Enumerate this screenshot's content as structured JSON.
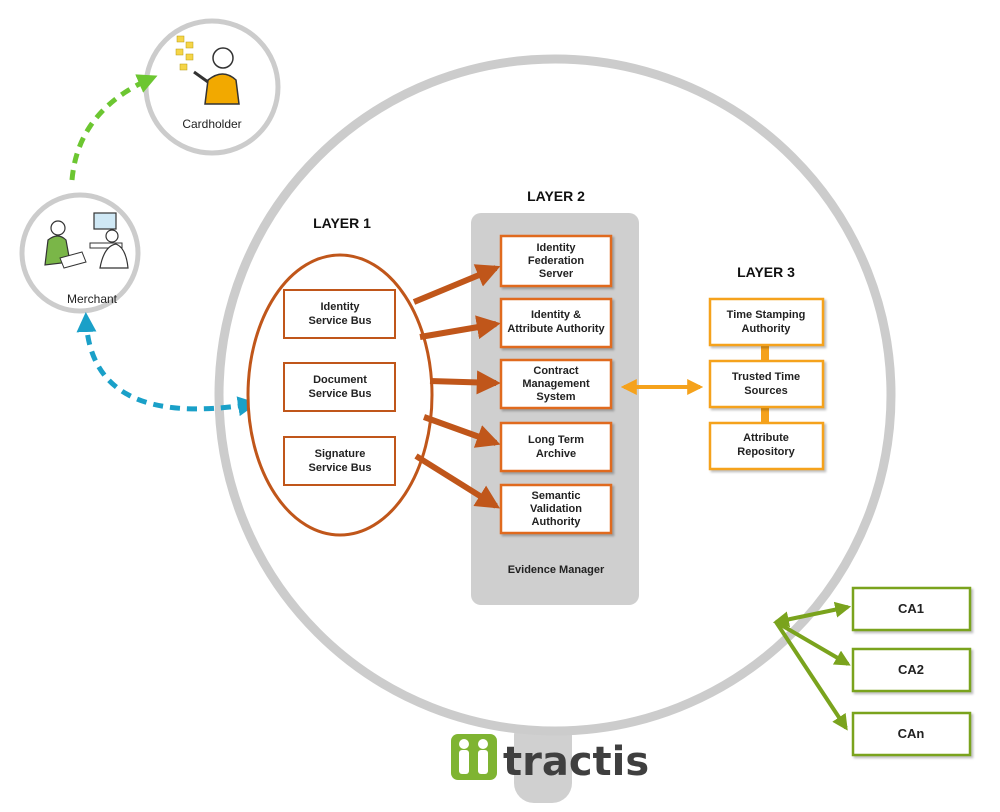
{
  "layer1": {
    "title": "LAYER 1",
    "items": [
      {
        "line1": "Identity",
        "line2": "Service Bus"
      },
      {
        "line1": "Document",
        "line2": "Service Bus"
      },
      {
        "line1": "Signature",
        "line2": "Service Bus"
      }
    ]
  },
  "layer2": {
    "title": "LAYER 2",
    "items": [
      {
        "lines": [
          "Identity",
          "Federation",
          "Server"
        ]
      },
      {
        "lines": [
          "Identity &",
          "Attribute Authority"
        ]
      },
      {
        "lines": [
          "Contract",
          "Management",
          "System"
        ]
      },
      {
        "lines": [
          "Long Term",
          "Archive"
        ]
      },
      {
        "lines": [
          "Semantic",
          "Validation",
          "Authority"
        ]
      }
    ],
    "footer": "Evidence Manager"
  },
  "layer3": {
    "title": "LAYER 3",
    "items": [
      {
        "lines": [
          "Time Stamping",
          "Authority"
        ]
      },
      {
        "lines": [
          "Trusted Time",
          "Sources"
        ]
      },
      {
        "lines": [
          "Attribute",
          "Repository"
        ]
      }
    ]
  },
  "actors": {
    "cardholder": "Cardholder",
    "merchant": "Merchant"
  },
  "cas": [
    "CA1",
    "CA2",
    "CAn"
  ],
  "brand": {
    "name": "tractis"
  },
  "colors": {
    "layer1": "#c0561a",
    "layer2_box": "#e06a1e",
    "layer3": "#f5a21c",
    "ca": "#7aa31d",
    "ring": "#cccccc",
    "merchant_arrow": "#1aa0c8",
    "cardholder_arrow": "#6cc631"
  }
}
